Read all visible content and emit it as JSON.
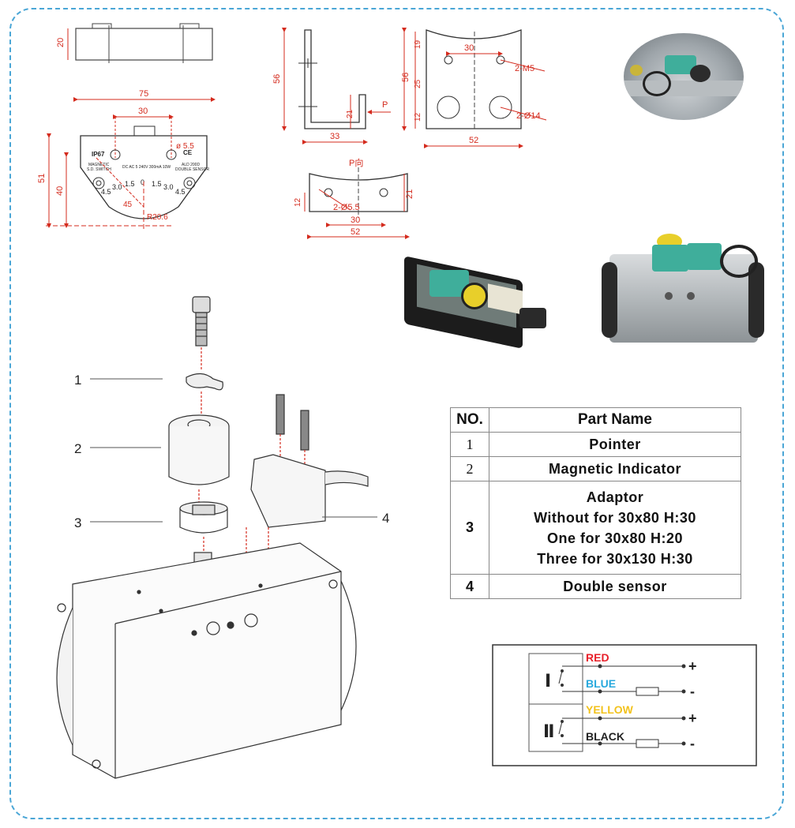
{
  "drawing_top": {
    "side_width": "75",
    "side_height": "20",
    "hole_spacing": "30",
    "height_total": "51",
    "height_lower": "40",
    "angle": "45",
    "radius": "R20.6",
    "hole": "ø 5.5",
    "rating": "IP67",
    "label_left": "MAGNETIC\nS.D. SWITCH",
    "label_right": "ALD 200D\nDOUBLE SENSOR",
    "rating_text": "DC AC 5 240V 300mA 10W",
    "ce": "CE",
    "scale_labels": [
      "4.5",
      "3.0",
      "1.5",
      "0",
      "1.5",
      "3.0",
      "4.5"
    ]
  },
  "drawing_bracket_side": {
    "height": "56",
    "width": "33",
    "foot": "21",
    "view": "P"
  },
  "drawing_bracket_front": {
    "width": "52",
    "hole_spacing": "30",
    "height": "56",
    "dim_top": "19",
    "dim_mid": "25",
    "dim_bottom": "12",
    "m5": "2-M5",
    "d14": "2-Ø14"
  },
  "drawing_bracket_p": {
    "title": "P向",
    "width": "52",
    "hole_spacing": "30",
    "height": "21",
    "dim_left": "12",
    "holes": "2-Ø5.5"
  },
  "callouts": [
    "1",
    "2",
    "3",
    "4"
  ],
  "parts_table": {
    "header_no": "NO.",
    "header_name": "Part Name",
    "rows": [
      {
        "no": "1",
        "name": [
          "Pointer"
        ]
      },
      {
        "no": "2",
        "name": [
          "Magnetic Indicator"
        ]
      },
      {
        "no": "3",
        "name": [
          "Adaptor",
          "Without for 30x80 H:30",
          "One for 30x80 H:20",
          "Three for 30x130 H:30"
        ]
      },
      {
        "no": "4",
        "name": [
          "Double sensor"
        ]
      }
    ]
  },
  "wiring": {
    "ch1": "Ⅰ",
    "ch2": "Ⅱ",
    "wires": [
      {
        "name": "RED",
        "color": "#e8202a",
        "sign": "+"
      },
      {
        "name": "BLUE",
        "color": "#29a9dd",
        "sign": "-"
      },
      {
        "name": "YELLOW",
        "color": "#f2c21c",
        "sign": "+"
      },
      {
        "name": "BLACK",
        "color": "#222222",
        "sign": "-"
      }
    ]
  },
  "colors": {
    "border": "#4aa6d6",
    "dimension": "#d42b1e",
    "sensor_green": "#3fae9b",
    "indicator_yellow": "#e8cf2a"
  }
}
